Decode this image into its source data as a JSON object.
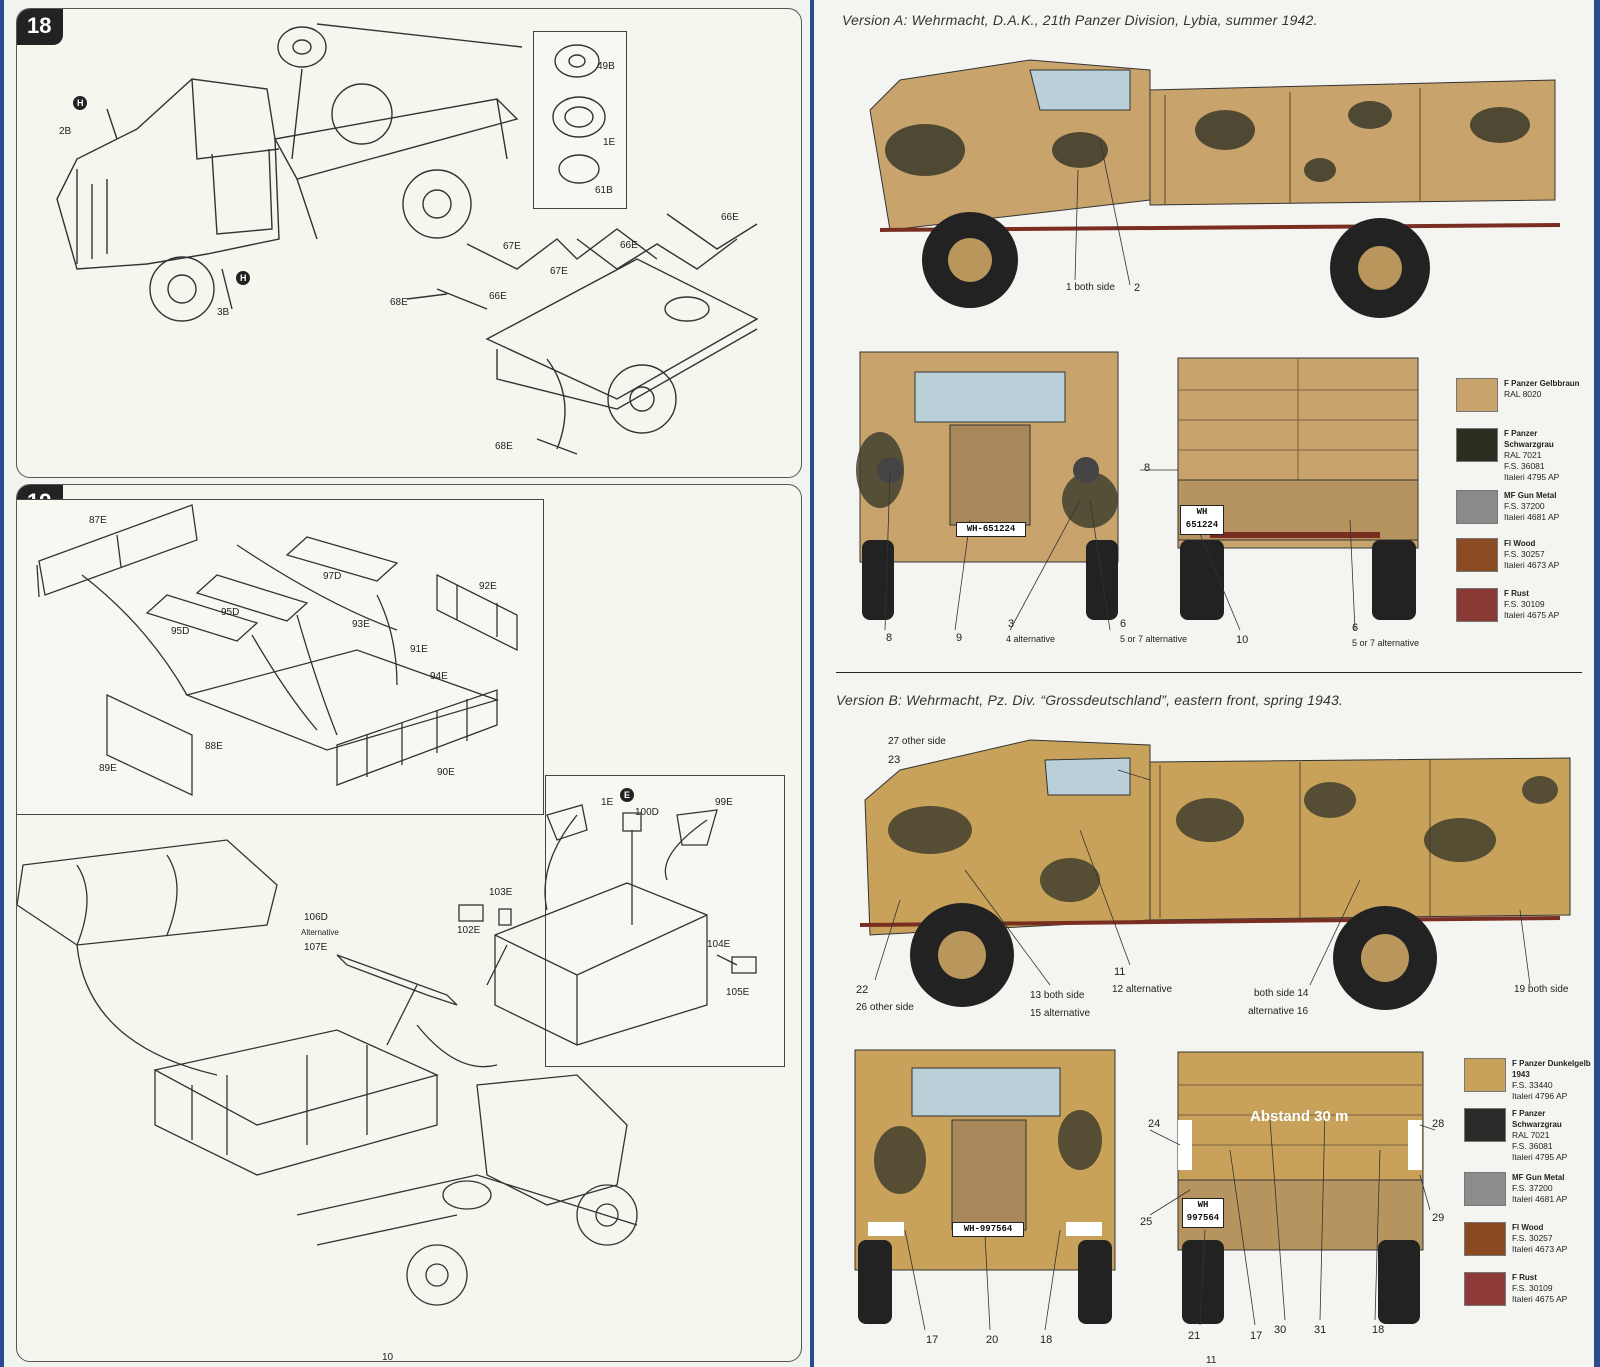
{
  "left_page": {
    "page_number": "10",
    "step18": {
      "number": "18",
      "parts": [
        "49B",
        "1E",
        "61B",
        "2B",
        "3B",
        "66E",
        "67E",
        "66E",
        "67E",
        "66E",
        "68E",
        "68E"
      ],
      "markers": [
        "H",
        "H"
      ]
    },
    "step19": {
      "number": "19",
      "parts_top": [
        "87E",
        "97D",
        "92E",
        "95D",
        "95D",
        "93E",
        "91E",
        "94E",
        "88E",
        "89E",
        "90E"
      ],
      "parts_bottom": [
        "1E",
        "100D",
        "99E",
        "103E",
        "102E",
        "104E",
        "105E",
        "106D",
        "Alternative",
        "107E"
      ],
      "marker": "E"
    }
  },
  "right_page": {
    "page_number": "11",
    "version_a": {
      "title": "Version A: Wehrmacht, D.A.K., 21th Panzer Division, Lybia, summer 1942.",
      "side_callouts": [
        "1 both side",
        "2"
      ],
      "front_callouts": [
        "8",
        "9",
        "3",
        "4 alternative",
        "5 or 7 alternative",
        "6",
        "8"
      ],
      "rear_callouts": [
        "10",
        "6",
        "5 or 7 alternative"
      ],
      "plate_front": "WH-651224",
      "plate_rear_l1": "WH",
      "plate_rear_l2": "651224",
      "colors": [
        {
          "name": "F Panzer Gelbbraun",
          "codes": [
            "RAL 8020"
          ],
          "hex": "#c8a46c"
        },
        {
          "name": "F Panzer Schwarzgrau",
          "codes": [
            "RAL 7021",
            "F.S. 36081",
            "Italeri 4795 AP"
          ],
          "hex": "#2c2e22"
        },
        {
          "name": "MF Gun Metal",
          "codes": [
            "F.S. 37200",
            "Italeri 4681 AP"
          ],
          "hex": "#8a8a8a"
        },
        {
          "name": "Fl Wood",
          "codes": [
            "F.S. 30257",
            "Italeri 4673 AP"
          ],
          "hex": "#8a4a22"
        },
        {
          "name": "F Rust",
          "codes": [
            "F.S. 30109",
            "Italeri 4675 AP"
          ],
          "hex": "#8a3a34"
        }
      ]
    },
    "version_b": {
      "title": "Version B: Wehrmacht, Pz. Div. “Grossdeutschland”, eastern front, spring 1943.",
      "side_callouts": [
        "27 other side",
        "23",
        "22",
        "26 other side",
        "13 both side",
        "15 alternative",
        "11",
        "12 alternative",
        "both side 14",
        "alternative 16",
        "19 both side"
      ],
      "front_callouts": [
        "17",
        "20",
        "18"
      ],
      "rear_callouts": [
        "24",
        "25",
        "21",
        "17",
        "30",
        "31",
        "18",
        "28",
        "29"
      ],
      "rear_text": "Abstand 30 m",
      "plate_front": "WH-997564",
      "plate_rear_l1": "WH",
      "plate_rear_l2": "997564",
      "colors": [
        {
          "name": "F Panzer Dunkelgelb 1943",
          "codes": [
            "F.S. 33440",
            "Italeri 4796 AP"
          ],
          "hex": "#c8a25a"
        },
        {
          "name": "F Panzer Schwarzgrau",
          "codes": [
            "RAL 7021",
            "F.S. 36081",
            "Italeri 4795 AP"
          ],
          "hex": "#2a2a28"
        },
        {
          "name": "MF Gun Metal",
          "codes": [
            "F.S. 37200",
            "Italeri 4681 AP"
          ],
          "hex": "#8c8c8c"
        },
        {
          "name": "Fl Wood",
          "codes": [
            "F.S. 30257",
            "Italeri 4673 AP"
          ],
          "hex": "#8a4a20"
        },
        {
          "name": "F Rust",
          "codes": [
            "F.S. 30109",
            "Italeri 4675 AP"
          ],
          "hex": "#8e3a38"
        }
      ]
    }
  }
}
